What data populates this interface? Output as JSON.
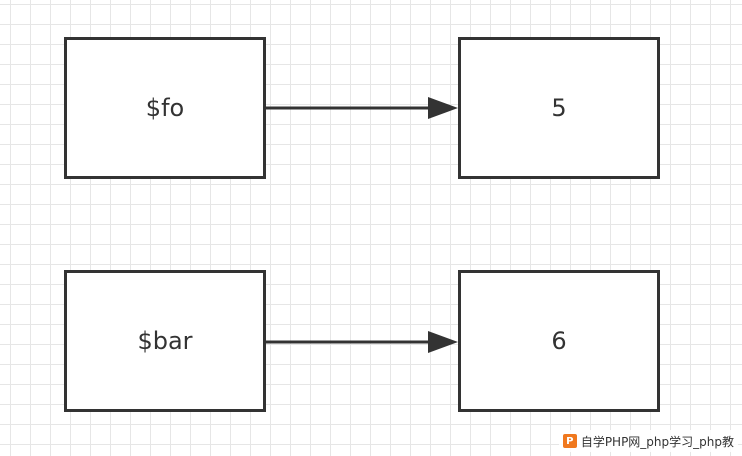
{
  "nodes": {
    "fo": {
      "label": "$fo"
    },
    "five": {
      "label": "5"
    },
    "bar": {
      "label": "$bar"
    },
    "six": {
      "label": "6"
    }
  },
  "edges": [
    {
      "from": "fo",
      "to": "five"
    },
    {
      "from": "bar",
      "to": "six"
    }
  ],
  "watermark": {
    "logo": "P",
    "text": "自学PHP网_php学习_php教"
  },
  "colors": {
    "stroke": "#333333",
    "grid": "#e6e6e6",
    "watermark_logo": "#f0781e"
  }
}
